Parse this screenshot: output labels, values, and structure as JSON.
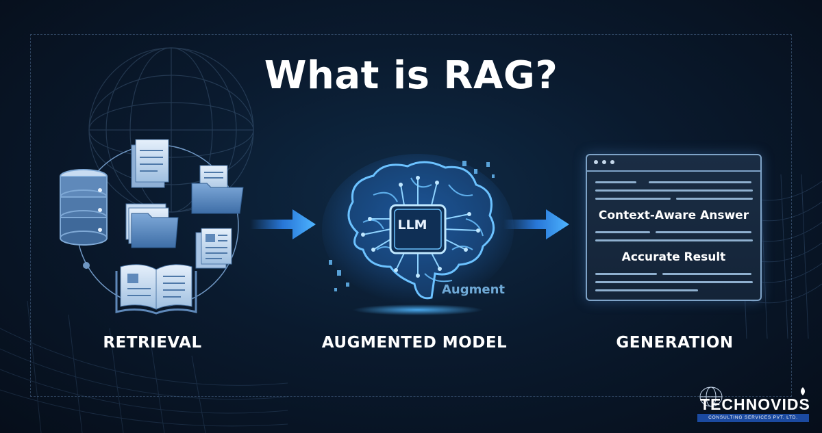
{
  "title": "What is RAG?",
  "stages": {
    "retrieval": "RETRIEVAL",
    "augmented": "AUGMENTED MODEL",
    "generation": "GENERATION"
  },
  "brain": {
    "chip_label": "LLM",
    "augment_label": "Augment"
  },
  "generation_window": {
    "line1": "Context-Aware Answer",
    "line2": "Accurate Result"
  },
  "logo": {
    "name": "TECHNOVIDS",
    "subtitle": "CONSULTING SERVICES PVT. LTD."
  },
  "colors": {
    "background": "#0a1a2e",
    "accent_blue": "#2f8cff",
    "glow": "#4fb6ff",
    "text": "#ffffff"
  }
}
